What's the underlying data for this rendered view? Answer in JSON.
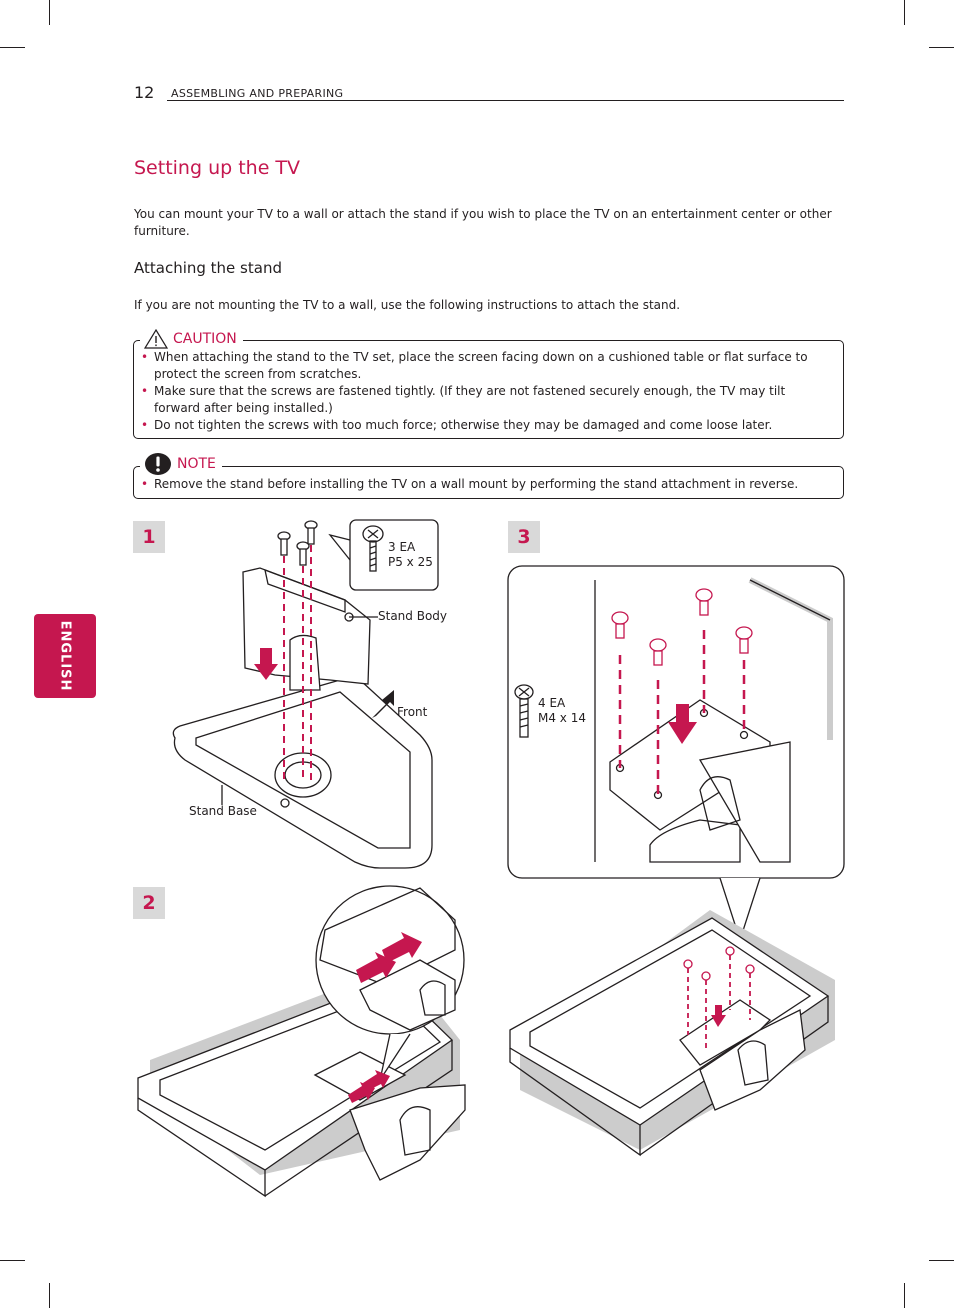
{
  "header": {
    "page_number": "12",
    "section": "ASSEMBLING AND PREPARING"
  },
  "side_tab": {
    "language": "ENGLISH"
  },
  "title": "Setting up the TV",
  "intro": "You can mount your TV to a wall or attach the stand if you wish to place the TV on an entertainment center or other furniture.",
  "subsection": {
    "title": "Attaching the stand",
    "intro": "If you are not mounting the TV to a wall, use the following instructions to attach the stand."
  },
  "caution": {
    "label": "CAUTION",
    "items": [
      "When attaching the stand to the TV set, place the screen facing down on a cushioned table or flat surface to protect the screen from scratches.",
      "Make sure that the screws are fastened tightly. (If they are not fastened securely enough, the TV may tilt forward after being installed.)",
      "Do not tighten the screws with too much force; otherwise they may be damaged and come loose later."
    ]
  },
  "note": {
    "label": "NOTE",
    "items": [
      "Remove the stand before installing the TV on a wall mount by performing the stand attachment in reverse."
    ]
  },
  "steps": {
    "step1": {
      "number": "1",
      "screw_qty": "3 EA",
      "screw_spec": "P5 x 25",
      "stand_body": "Stand Body",
      "front": "Front",
      "stand_base": "Stand Base"
    },
    "step2": {
      "number": "2"
    },
    "step3": {
      "number": "3",
      "screw_qty": "4 EA",
      "screw_spec": "M4 x 14"
    }
  },
  "colors": {
    "accent": "#c5174f",
    "text": "#231f20",
    "badge_bg": "#d9d9d9",
    "shadow": "#cccccc"
  }
}
